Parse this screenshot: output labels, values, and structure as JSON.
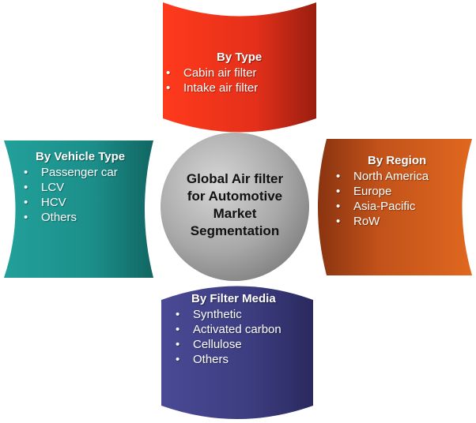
{
  "center": {
    "lines": [
      "Global Air filter",
      "for Automotive",
      "Market",
      "Segmentation"
    ]
  },
  "by_type": {
    "title": "By Type",
    "items": [
      "Cabin air filter",
      "Intake air filter"
    ]
  },
  "by_vehicle": {
    "title": "By  Vehicle Type",
    "items": [
      "Passenger car",
      "LCV",
      "HCV",
      "Others"
    ]
  },
  "by_region": {
    "title": "By Region",
    "items": [
      "North America",
      "Europe",
      "Asia-Pacific",
      "RoW"
    ]
  },
  "by_media": {
    "title": "By Filter Media",
    "items": [
      "Synthetic",
      "Activated carbon",
      "Cellulose",
      "Others"
    ]
  },
  "bullet": "•",
  "colors": {
    "type": "#e8331c",
    "vehicle": "#1e8f8a",
    "region": "#c8561a",
    "media": "#3f3f86",
    "center": "#a9a9a9"
  }
}
